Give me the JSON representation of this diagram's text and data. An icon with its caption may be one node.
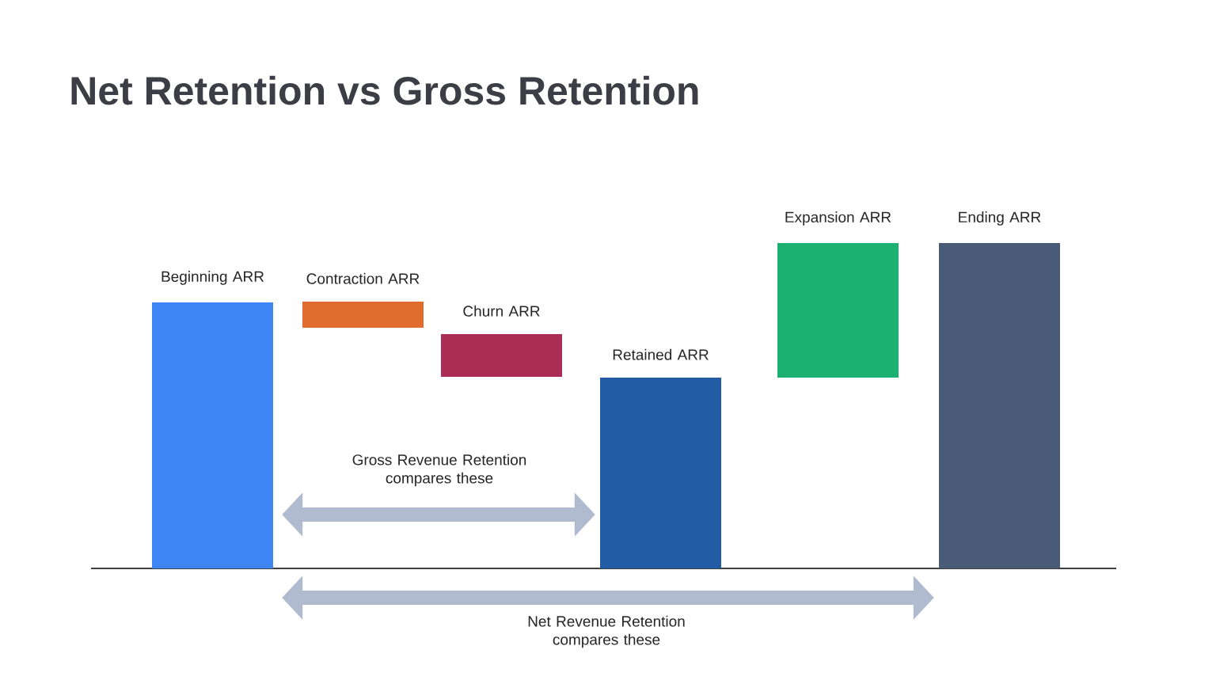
{
  "diagram": {
    "title": "Net Retention vs Gross Retention",
    "nodes": [
      {
        "text": [
          "Beginning ARR"
        ]
      },
      {
        "text": [
          "Contraction ARR"
        ]
      },
      {
        "text": [
          "Churn ARR"
        ]
      },
      {
        "text": [
          "Retained ARR"
        ]
      },
      {
        "text": [
          "Expansion ARR"
        ]
      },
      {
        "text": [
          "Ending ARR"
        ]
      }
    ],
    "edges": [
      {
        "from": 0,
        "to": 3,
        "arrow": "both",
        "label": "Gross Revenue Retention compares these"
      },
      {
        "from": 0,
        "to": 5,
        "arrow": "both",
        "label": "Net Revenue Retention compares these"
      }
    ]
  }
}
